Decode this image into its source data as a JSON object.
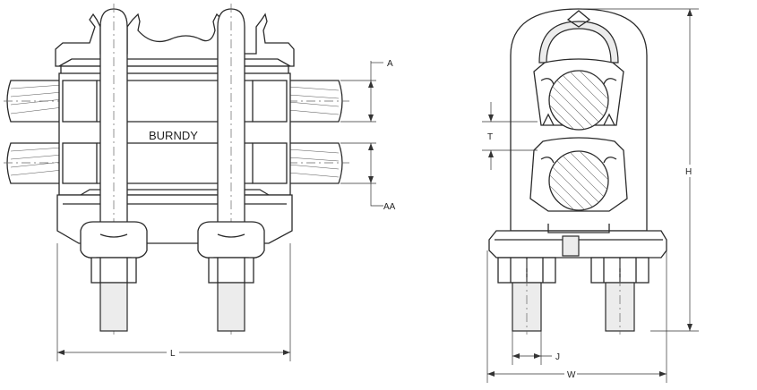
{
  "brand_text": "BURNDY",
  "dimensions": {
    "A": "A",
    "AA": "AA",
    "L": "L",
    "T": "T",
    "H": "H",
    "J": "J",
    "W": "W"
  }
}
